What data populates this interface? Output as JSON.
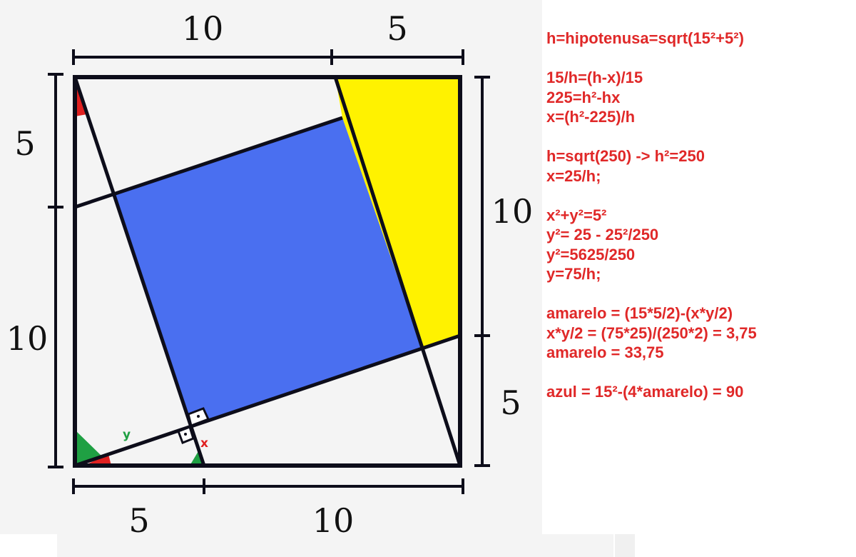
{
  "diagram": {
    "labels": {
      "top_left": "10",
      "top_right": "5",
      "left_top": "5",
      "left_bottom": "10",
      "right_top": "10",
      "right_bottom": "5",
      "bottom_left": "5",
      "bottom_right": "10",
      "x_mark": "x",
      "y_mark": "y"
    },
    "colors": {
      "blue_square": "#4a6ff0",
      "yellow_region": "#fff200",
      "red_angle": "#e02020",
      "green_angle": "#1fa043",
      "line": "#0d0d1a",
      "notes_text": "#e02828"
    }
  },
  "notes": [
    "h=hipotenusa=sqrt(15²+5²)",
    "",
    "15/h=(h-x)/15",
    "225=h²-hx",
    "x=(h²-225)/h",
    "",
    "h=sqrt(250) -> h²=250",
    "x=25/h;",
    "",
    "x²+y²=5²",
    "y²= 25 - 25²/250",
    "y²=5625/250",
    "y=75/h;",
    "",
    "amarelo = (15*5/2)-(x*y/2)",
    "x*y/2 = (75*25)/(250*2) = 3,75",
    "amarelo = 33,75",
    "",
    "azul = 15²-(4*amarelo) = 90"
  ]
}
